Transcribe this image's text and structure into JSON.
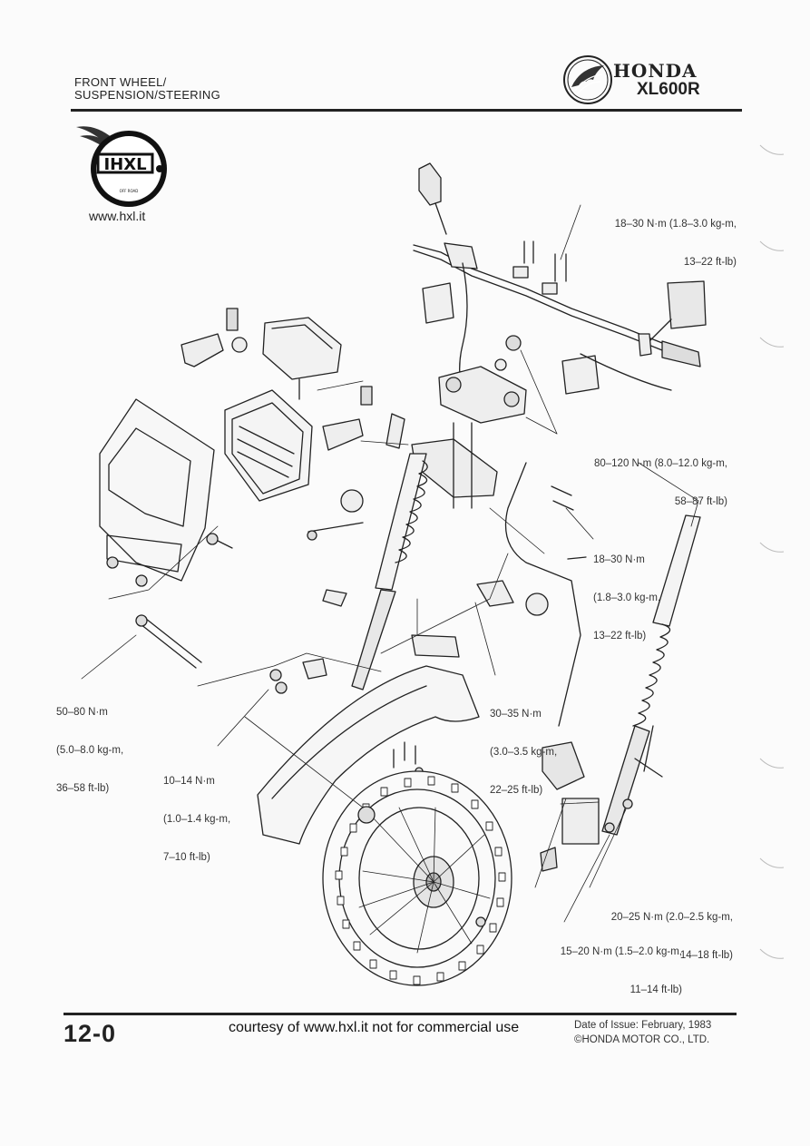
{
  "header": {
    "section_line1": "FRONT WHEEL/",
    "section_line2": "SUSPENSION/STEERING",
    "brand": "HONDA",
    "model": "XL600R"
  },
  "watermark": {
    "logo_text": "IHXL",
    "url": "www.hxl.it"
  },
  "torque_specs": [
    {
      "id": "handlebar-holder",
      "line1": "18–30 N·m (1.8–3.0 kg-m,",
      "line2": "13–22 ft-lb)"
    },
    {
      "id": "steering-stem-nut",
      "line1": "80–120 N·m (8.0–12.0 kg-m,",
      "line2": "58–87 ft-lb)"
    },
    {
      "id": "fork-top-bridge",
      "line1": "18–30 N·m",
      "line2": "(1.8–3.0 kg-m,",
      "line3": "13–22 ft-lb)"
    },
    {
      "id": "front-axle",
      "line1": "50–80 N·m",
      "line2": "(5.0–8.0 kg-m,",
      "line3": "36–58 ft-lb)"
    },
    {
      "id": "axle-holder",
      "line1": "30–35 N·m",
      "line2": "(3.0–3.5 kg-m,",
      "line3": "22–25 ft-lb)"
    },
    {
      "id": "fender-bolts",
      "line1": "10–14 N·m",
      "line2": "(1.0–1.4 kg-m,",
      "line3": "7–10 ft-lb)"
    },
    {
      "id": "caliper-bolts",
      "line1": "20–25 N·m (2.0–2.5 kg-m,",
      "line2": "14–18 ft-lb)"
    },
    {
      "id": "disc-bolts",
      "line1": "15–20 N·m (1.5–2.0 kg-m,",
      "line2": "11–14 ft-lb)"
    }
  ],
  "footer": {
    "page_number": "12-0",
    "courtesy": "courtesy of www.hxl.it not for commercial use",
    "issue_date": "Date of Issue: February, 1983",
    "copyright": "©HONDA MOTOR CO., LTD."
  }
}
